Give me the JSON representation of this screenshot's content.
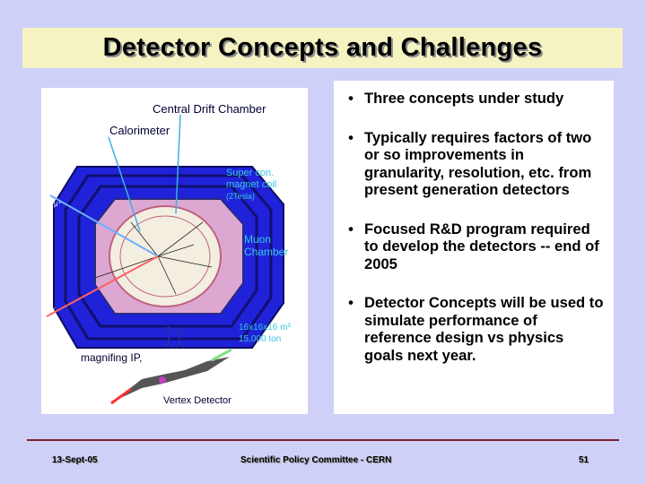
{
  "slide": {
    "title": "Detector Concepts and Challenges",
    "bullets": [
      "Three concepts under study",
      "Typically requires factors of two or so improvements in granularity, resolution, etc. from present generation detectors",
      "Focused R&D program required to develop the detectors  -- end of 2005",
      "Detector Concepts will be used to simulate performance of reference design vs physics goals next year."
    ],
    "bullet_symbol": "•"
  },
  "figure": {
    "labels": {
      "drift_chamber": "Central Drift Chamber",
      "calorimeter": "Calorimeter",
      "magnet_line1": "Super con.",
      "magnet_line2": "magnet coil",
      "magnet_line3": "(2Tesla)",
      "muon_line1": "Muon",
      "muon_line2": "Chamber",
      "size_line1": "16x16x16 m³",
      "size_line2": "15,000 ton",
      "magnifying": "magnifing IP,",
      "vertex": "Vertex Detector",
      "mu_plus": "μ⁺",
      "mu_minus": "μ⁻"
    },
    "colors": {
      "yoke": "#2020d8",
      "inner": "#e0b0d8",
      "tracker": "#f1ece0",
      "label_cyan": "#38c8e0",
      "label_dark": "#000033"
    }
  },
  "footer": {
    "date": "13-Sept-05",
    "committee": "Scientific Policy Committee - CERN",
    "page": "51"
  },
  "colors": {
    "background": "#cfd0f8",
    "title_box": "#f6f3c2",
    "rule": "#7d1f2e"
  }
}
